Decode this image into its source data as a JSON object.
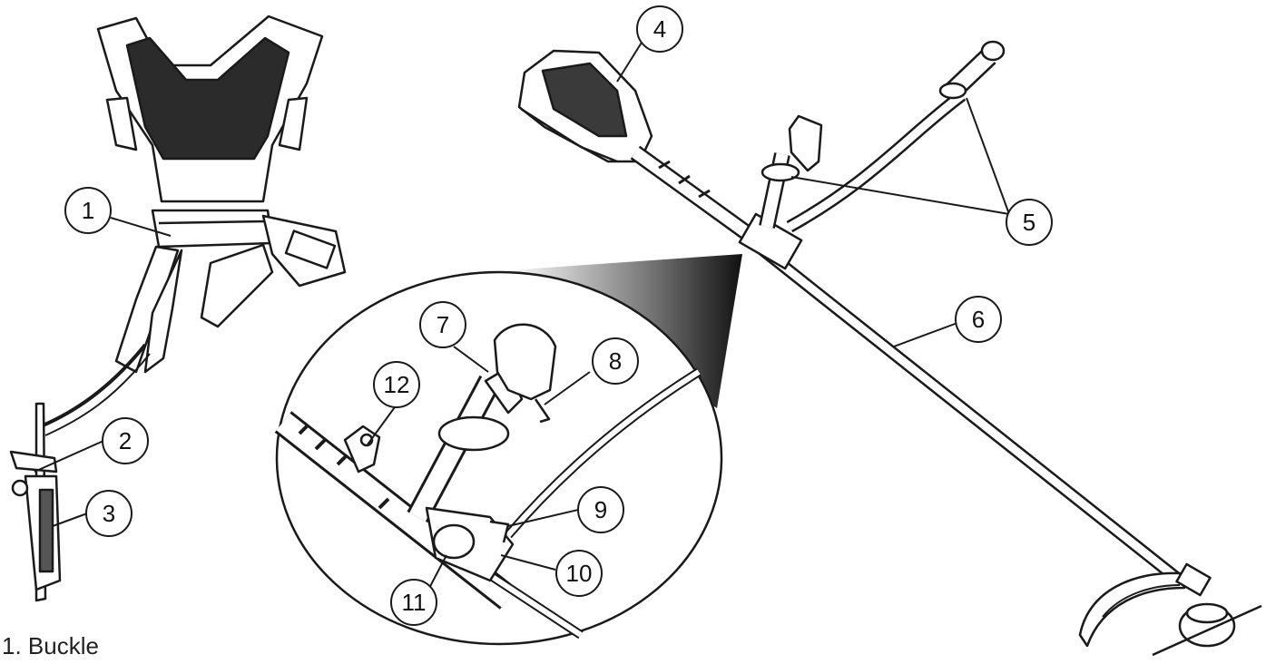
{
  "callouts": [
    "1",
    "2",
    "3",
    "4",
    "5",
    "6",
    "7",
    "8",
    "9",
    "10",
    "11",
    "12"
  ],
  "caption": "1. Buckle",
  "colors": {
    "line": "#1a1a1a",
    "fill_dark": "#2a2a2a",
    "fill_mid": "#8a8a8a",
    "paper": "#ffffff"
  }
}
